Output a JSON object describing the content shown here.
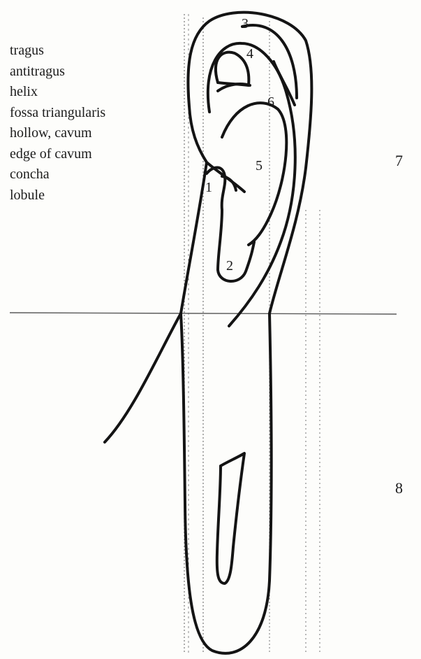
{
  "legend": [
    "tragus",
    "antitragus",
    "helix",
    "fossa triangularis",
    "hollow, cavum",
    "edge of cavum",
    "concha",
    "lobule"
  ],
  "callouts": {
    "n1": "1",
    "n2": "2",
    "n3": "3",
    "n4": "4",
    "n5": "5",
    "n6": "6",
    "n7": "7",
    "n8": "8"
  }
}
